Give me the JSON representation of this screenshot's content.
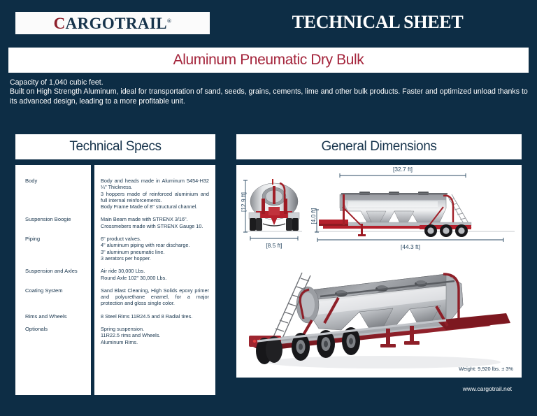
{
  "header": {
    "logo_c": "C",
    "logo_rest": "ARGOTRAIL",
    "logo_registered": "®",
    "doc_title": "TECHNICAL SHEET"
  },
  "product": {
    "title": "Aluminum Pneumatic Dry Bulk",
    "capacity_line": "Capacity of 1,040 cubic feet.",
    "description_line": "Built on High Strength Aluminum, ideal for transportation of sand, seeds, grains, cements, lime and other bulk products. Faster and optimized unload thanks to its advanced design, leading to a more profitable unit."
  },
  "specs_panel": {
    "heading": "Technical Specs",
    "rows": [
      {
        "label": "Body",
        "lines": [
          "Body and heads made in Aluminum 5454-H32 ¼\" Thickness.",
          "3 hoppers made of reinforced aluminium and full internal reinforcements.",
          "Body Frame Made of 8\" structural channel."
        ]
      },
      {
        "label": "Suspension Boogie",
        "lines": [
          "Main Beam made with STRENX 3/16\".",
          "Crossmebers made with STRENX Gauge 10."
        ]
      },
      {
        "label": "Piping",
        "lines": [
          "6\" product valves.",
          "4\" aluminum piping with rear discharge.",
          "3\" aluminum pneumatic line.",
          "3 aerators per hopper."
        ]
      },
      {
        "label": "Suspension and Axles",
        "lines": [
          "Air ride 30,000 Lbs.",
          "Round Axle 102\" 30,000 Lbs."
        ]
      },
      {
        "label": "Coating System",
        "lines": [
          "Sand Blast Cleaning, High Solids epoxy primer and polyurethane enamel, for a major protection and gloss single color."
        ]
      },
      {
        "label": "Rims and Wheels",
        "lines": [
          "8 Steel Rims 11R24.5 and 8 Radial tires."
        ]
      },
      {
        "label": "Optionals",
        "lines": [
          "Spring suspension.",
          "11R22.5 rims and Wheels.",
          "Aluminum Rims."
        ]
      }
    ]
  },
  "dimensions_panel": {
    "heading": "General Dimensions",
    "dimensions": {
      "overall_height": "[12.9 ft]",
      "overall_width": "[8.5 ft]",
      "deck_height": "[4.0 ft]",
      "body_length": "[32.7 ft]",
      "overall_length": "[44.3 ft]"
    },
    "weight": "Weight:   9,920 lbs. ± 3%"
  },
  "footer": {
    "website": "www.cargotrail.net"
  },
  "colors": {
    "navy": "#0d2d45",
    "accent_red": "#a4243b",
    "logo_red": "#8e1f2b",
    "text_navy": "#17344c",
    "white": "#ffffff"
  }
}
